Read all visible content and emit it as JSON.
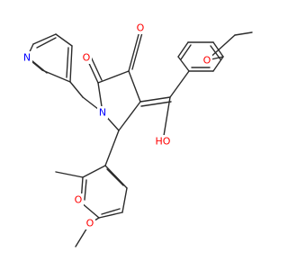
{
  "structure": {
    "atoms": {
      "o_keto": {
        "symbol": "O",
        "color": "#ff0000"
      },
      "o_amide": {
        "symbol": "O",
        "color": "#ff0000"
      },
      "n_ring": {
        "symbol": "N",
        "color": "#0000ff"
      },
      "n_pyridine": {
        "symbol": "N",
        "color": "#0000ff"
      },
      "o_hydroxyl": {
        "symbol": "HO",
        "color": "#ff0000"
      },
      "o_ethoxy": {
        "symbol": "O",
        "color": "#ff0000"
      },
      "o_methoxy_top": {
        "symbol": "O",
        "color": "#ff0000"
      },
      "o_methoxy_bottom": {
        "symbol": "O",
        "color": "#ff0000"
      }
    }
  }
}
